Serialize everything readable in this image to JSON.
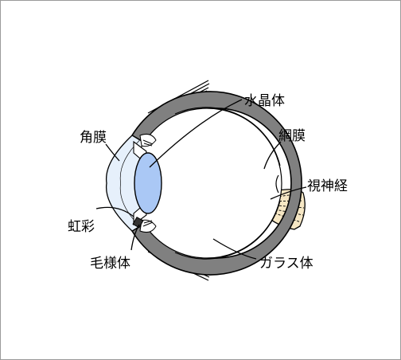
{
  "labels": {
    "cornea": "角膜",
    "iris": "虹彩",
    "ciliary_body": "毛様体",
    "lens": "水晶体",
    "retina": "網膜",
    "optic_nerve": "視神経",
    "vitreous_body": "ガラス体"
  },
  "colors": {
    "sclera": "#808080",
    "lens": "#aac8f5",
    "cornea": "#e6f0fb",
    "optic_nerve": "#f6e7c4",
    "outline": "#000000",
    "frame": "#9a9a9a"
  }
}
